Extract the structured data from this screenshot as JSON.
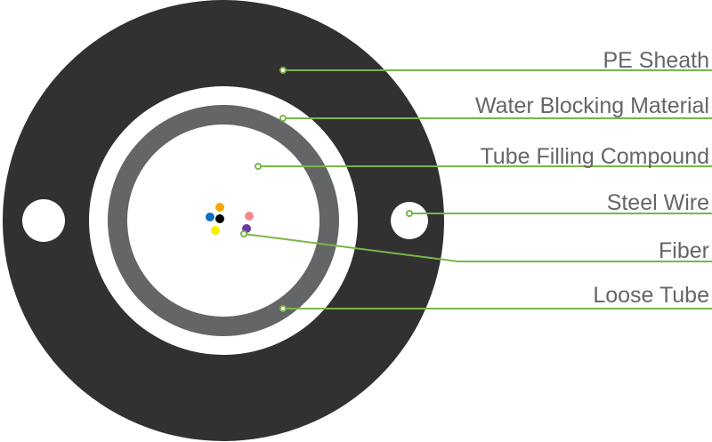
{
  "labels": {
    "pe_sheath": "PE Sheath",
    "water_blocking": "Water Blocking Material",
    "tube_filling": "Tube Filling Compound",
    "steel_wire": "Steel Wire",
    "fiber": "Fiber",
    "loose_tube": "Loose Tube"
  },
  "colors": {
    "sheath": "#323132",
    "tube": "#646567",
    "leader": "#7ab648",
    "text": "#666666",
    "fibers": [
      "#f6a800",
      "#0a6fc2",
      "#000000",
      "#f7ef00",
      "#f48a90",
      "#6a3aa0"
    ]
  }
}
